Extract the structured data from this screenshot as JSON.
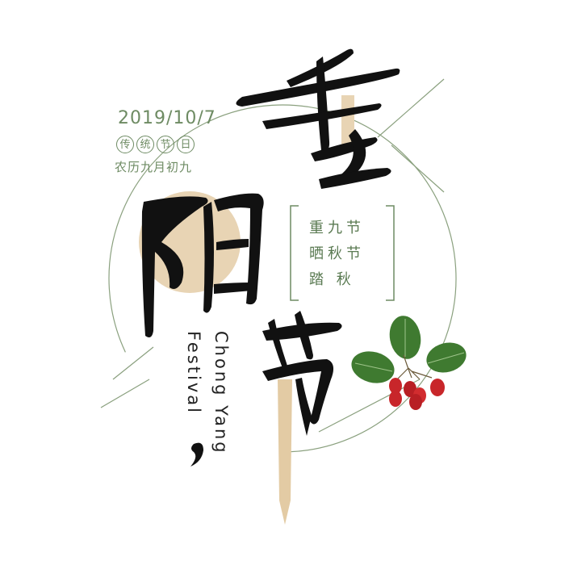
{
  "date": "2019/10/7",
  "tradition_chars": [
    "传",
    "统",
    "节",
    "日"
  ],
  "lunar_date": "农历九月初九",
  "box_lines": [
    "重九节",
    "晒秋节",
    "踏 秋"
  ],
  "english_line1": "Chong Yang",
  "english_line2": "Festival",
  "colors": {
    "green": "#6e8b63",
    "beige": "#e8d4b4",
    "ink": "#111111",
    "berry": "#c8262a",
    "leaf": "#3f7a30"
  }
}
